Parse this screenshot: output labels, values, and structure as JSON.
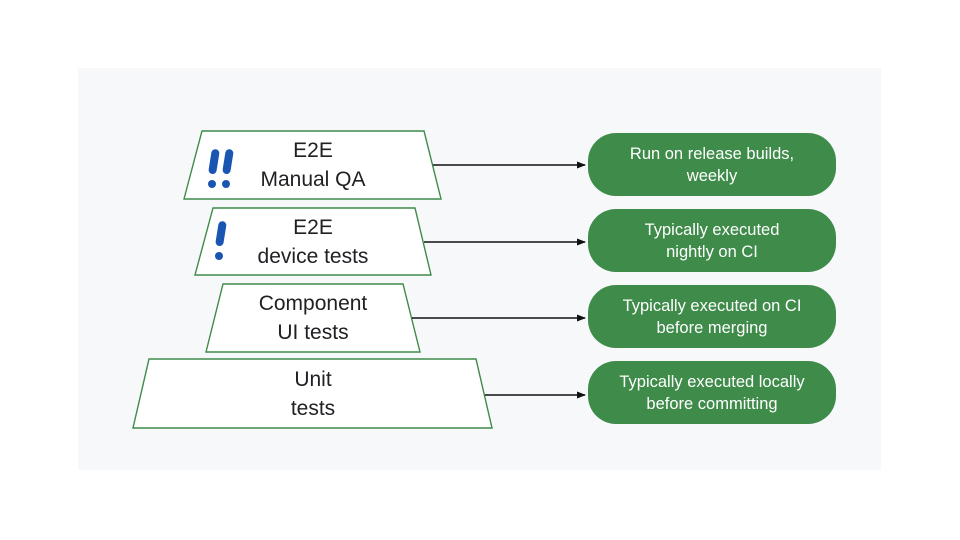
{
  "colors": {
    "green": "#3e8b4a",
    "blue": "#1b55b2",
    "panel_bg": "#f7f8fa",
    "text": "#202124",
    "arrow": "#111111",
    "note_text": "#ffffff"
  },
  "pyramid": {
    "levels": [
      {
        "name": "e2e-manual-qa",
        "label": "E2E\nManual QA",
        "icon": "double-exclamation-icon",
        "note": "Run on release builds,\nweekly"
      },
      {
        "name": "e2e-device-tests",
        "label": "E2E\ndevice tests",
        "icon": "exclamation-icon",
        "note": "Typically executed\nnightly on CI"
      },
      {
        "name": "component-ui-tests",
        "label": "Component\nUI tests",
        "icon": null,
        "note": "Typically executed on CI\nbefore merging"
      },
      {
        "name": "unit-tests",
        "label": "Unit\ntests",
        "icon": null,
        "note": "Typically executed locally\nbefore committing"
      }
    ]
  }
}
